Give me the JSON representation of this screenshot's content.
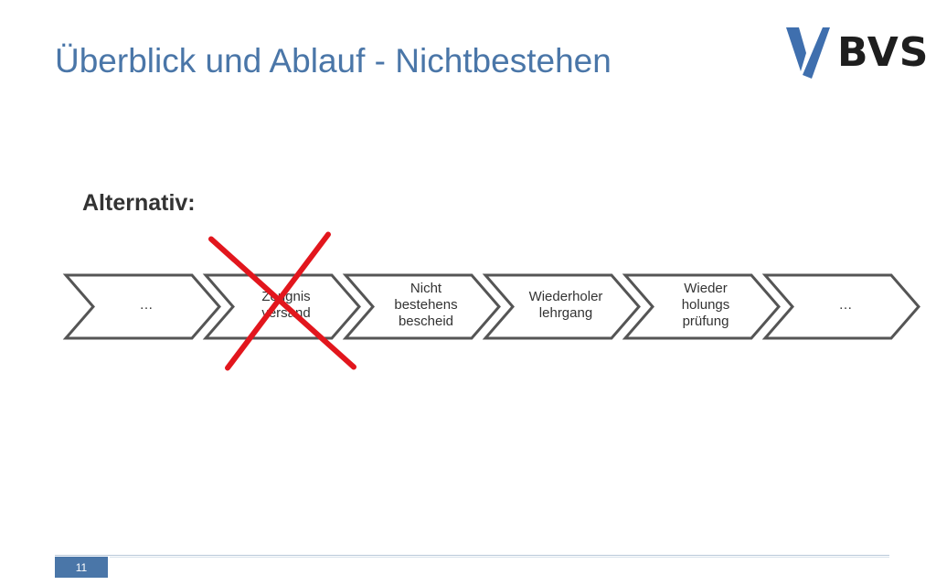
{
  "slide": {
    "title": "Überblick und Ablauf -  Nichtbestehen",
    "subtitle": "Alternativ:",
    "logo_text": "BVS",
    "page_number": "11"
  },
  "flow": {
    "steps": [
      {
        "label": "…",
        "crossed_out": false
      },
      {
        "label": "Zeugnis\nversand",
        "crossed_out": true
      },
      {
        "label": "Nicht\nbestehens\nbescheid",
        "crossed_out": false
      },
      {
        "label": "Wiederholer\nlehrgang",
        "crossed_out": false
      },
      {
        "label": "Wieder\nholungs\nprüfung",
        "crossed_out": false
      },
      {
        "label": "…",
        "crossed_out": false
      }
    ]
  },
  "colors": {
    "accent": "#4a76a8",
    "cross": "#e2161d",
    "chevron_stroke": "#555555",
    "logo_blue": "#3f6fae"
  }
}
